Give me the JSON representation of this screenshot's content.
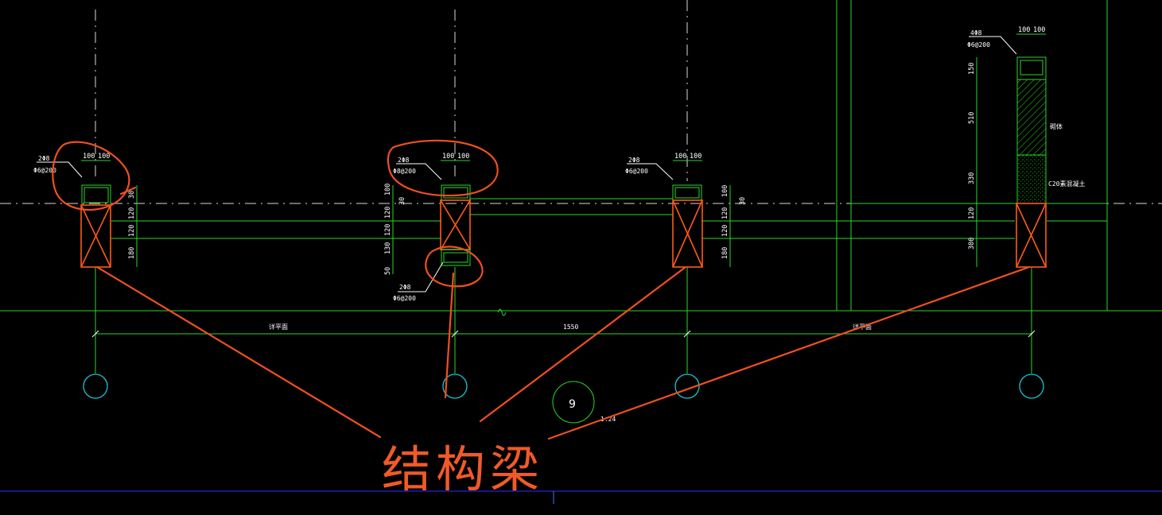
{
  "section_details": [
    {
      "id": "beam-1",
      "top_rebar": "2Φ8",
      "stirrup": "Φ6@200",
      "top_widths": [
        "100",
        "100"
      ],
      "right_heights": [
        "30",
        "120",
        "120",
        "180"
      ]
    },
    {
      "id": "beam-2",
      "top_rebar": "2Φ8",
      "stirrup": "Φ8@200",
      "top_widths": [
        "100",
        "100"
      ],
      "left_heights": [
        "100",
        "120",
        "120",
        "130",
        "50"
      ],
      "right_height": "30",
      "bottom_rebar": "2Φ8",
      "bottom_stirrup": "Φ6@200"
    },
    {
      "id": "beam-3",
      "top_rebar": "2Φ8",
      "stirrup": "Φ6@200",
      "top_widths": [
        "100",
        "100"
      ],
      "right_heights": [
        "100",
        "120",
        "120",
        "180"
      ],
      "right_height_extra": "30"
    },
    {
      "id": "beam-4",
      "top_rebar": "4Φ8",
      "stirrup": "Φ6@200",
      "top_widths": [
        "100",
        "100"
      ],
      "left_heights": [
        "150",
        "510",
        "330",
        "120",
        "300"
      ],
      "masonry_label": "砌体",
      "concrete_label": "C20素混凝土"
    }
  ],
  "dimensions": {
    "left_span": "详平面",
    "middle_span": "1550",
    "right_span": "详平面",
    "small_label": "1.24"
  },
  "axis_label": "9",
  "annotation": "结构梁"
}
